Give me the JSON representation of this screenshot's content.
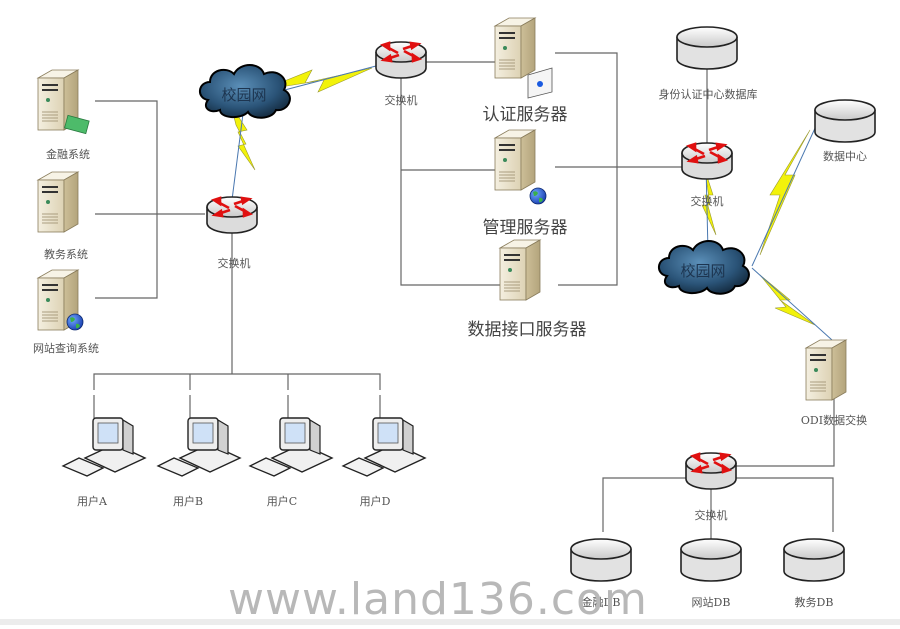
{
  "diagram": {
    "nodes": {
      "left_servers": [
        {
          "label": "金融系统",
          "badge": "money"
        },
        {
          "label": "教务系统",
          "badge": ""
        },
        {
          "label": "网站查询系统",
          "badge": "globe"
        }
      ],
      "left_switch": {
        "label": "交换机"
      },
      "left_cloud": {
        "label": "校园网"
      },
      "top_switch": {
        "label": "交换机"
      },
      "center_servers": [
        {
          "label": "认证服务器",
          "badge": "card"
        },
        {
          "label": "管理服务器",
          "badge": "globe"
        },
        {
          "label": "数据接口服务器",
          "badge": ""
        }
      ],
      "users": [
        {
          "label": "用户A"
        },
        {
          "label": "用户B"
        },
        {
          "label": "用户C"
        },
        {
          "label": "用户D"
        }
      ],
      "auth_db": {
        "label": "身份认证中心数据库"
      },
      "right_switch": {
        "label": "交换机"
      },
      "data_center": {
        "label": "数据中心"
      },
      "right_cloud": {
        "label": "校园网"
      },
      "odi_server": {
        "label": "ODI数据交换"
      },
      "bottom_switch": {
        "label": "交换机"
      },
      "bottom_dbs": [
        {
          "label": "金融DB"
        },
        {
          "label": "网站DB"
        },
        {
          "label": "教务DB"
        }
      ]
    },
    "watermark": "www.land136.com",
    "colors": {
      "line": "#666666",
      "lightning": "#f2f20a",
      "switch_arrow": "#e01010",
      "cloud": "#2e5f86",
      "server": "#e9dfc6"
    }
  }
}
